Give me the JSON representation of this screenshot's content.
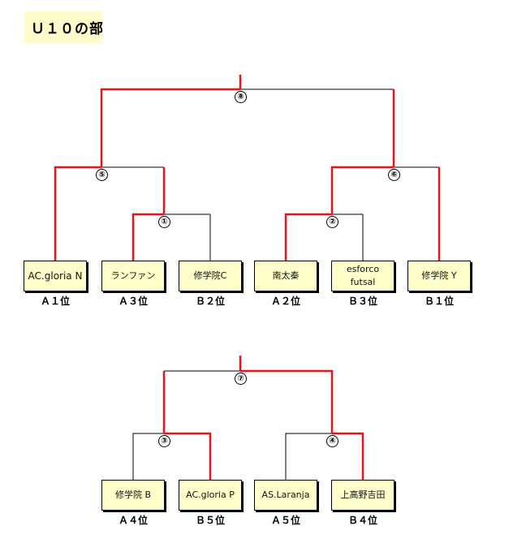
{
  "title": "Ｕ１０の部",
  "colors": {
    "winner_line": "#e8141b",
    "loser_line": "#000000",
    "box_fill": "#ffffcc",
    "title_fill": "#fffccc"
  },
  "top_bracket": {
    "teams": [
      {
        "name": "AC.gloria N",
        "rank": "Ａ１位"
      },
      {
        "name": "ランファン",
        "rank": "Ａ３位"
      },
      {
        "name": "修学院C",
        "rank": "Ｂ２位"
      },
      {
        "name": "南太秦",
        "rank": "Ａ２位"
      },
      {
        "name": "esforco futsal",
        "rank": "Ｂ３位"
      },
      {
        "name": "修学院 Y",
        "rank": "Ｂ１位"
      }
    ],
    "matches": [
      "⑧",
      "⑤",
      "⑥",
      "①",
      "②"
    ]
  },
  "bottom_bracket": {
    "teams": [
      {
        "name": "修学院 B",
        "rank": "Ａ４位"
      },
      {
        "name": "AC.gloria P",
        "rank": "Ｂ５位"
      },
      {
        "name": "AS.Laranja",
        "rank": "Ａ５位"
      },
      {
        "name": "上高野吉田",
        "rank": "Ｂ４位"
      }
    ],
    "matches": [
      "⑦",
      "③",
      "④"
    ]
  }
}
